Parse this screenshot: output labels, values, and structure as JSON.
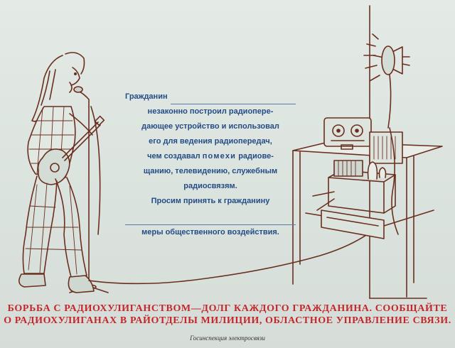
{
  "form": {
    "line1": "Гражданин",
    "line2": "незаконно построил радиопере-",
    "line3": "дающее устройство и использовал",
    "line4": "его для ведения радиопередач,",
    "line5_a": "чем создавал",
    "line5_b": "помехи",
    "line5_c": "радиове-",
    "line6": "щанию, телевидению, служебным",
    "line7": "радиосвязям.",
    "line8": "Просим принять к гражданину",
    "line9": "меры общественного воздействия."
  },
  "slogan": {
    "line1": "БОРЬБА С РАДИОХУЛИГАНСТВОМ—ДОЛГ КАЖДОГО ГРАЖДАНИНА. СООБЩАЙТЕ",
    "line2": "О РАДИОХУЛИГАНАХ В РАЙОТДЕЛЫ МИЛИЦИИ, ОБЛАСТНОЕ УПРАВЛЕНИЕ СВЯЗИ."
  },
  "footer": {
    "publisher": "Госинспекция электросвязи"
  },
  "colors": {
    "background": "#dfe6e0",
    "form_text": "#234c86",
    "slogan": "#c4262a",
    "ink": "#6a2e1e"
  }
}
